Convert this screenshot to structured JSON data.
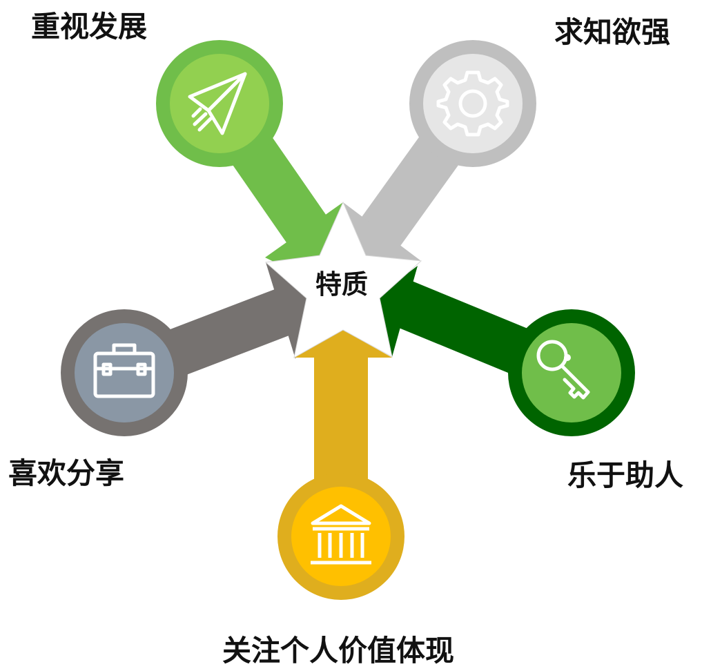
{
  "center": {
    "label": "特质"
  },
  "nodes": [
    {
      "id": "top-left",
      "label": "重视发展",
      "icon": "paper-plane-icon",
      "color": "#70be4a"
    },
    {
      "id": "top-right",
      "label": "求知欲强",
      "icon": "gear-icon",
      "color": "#bfbfbf"
    },
    {
      "id": "right",
      "label": "乐于助人",
      "icon": "key-icon",
      "color": "#006400"
    },
    {
      "id": "bottom",
      "label": "关注个人价值体现",
      "icon": "bank-icon",
      "color": "#dfae1e"
    },
    {
      "id": "left",
      "label": "喜欢分享",
      "icon": "toolbox-icon",
      "color": "#767270"
    }
  ]
}
